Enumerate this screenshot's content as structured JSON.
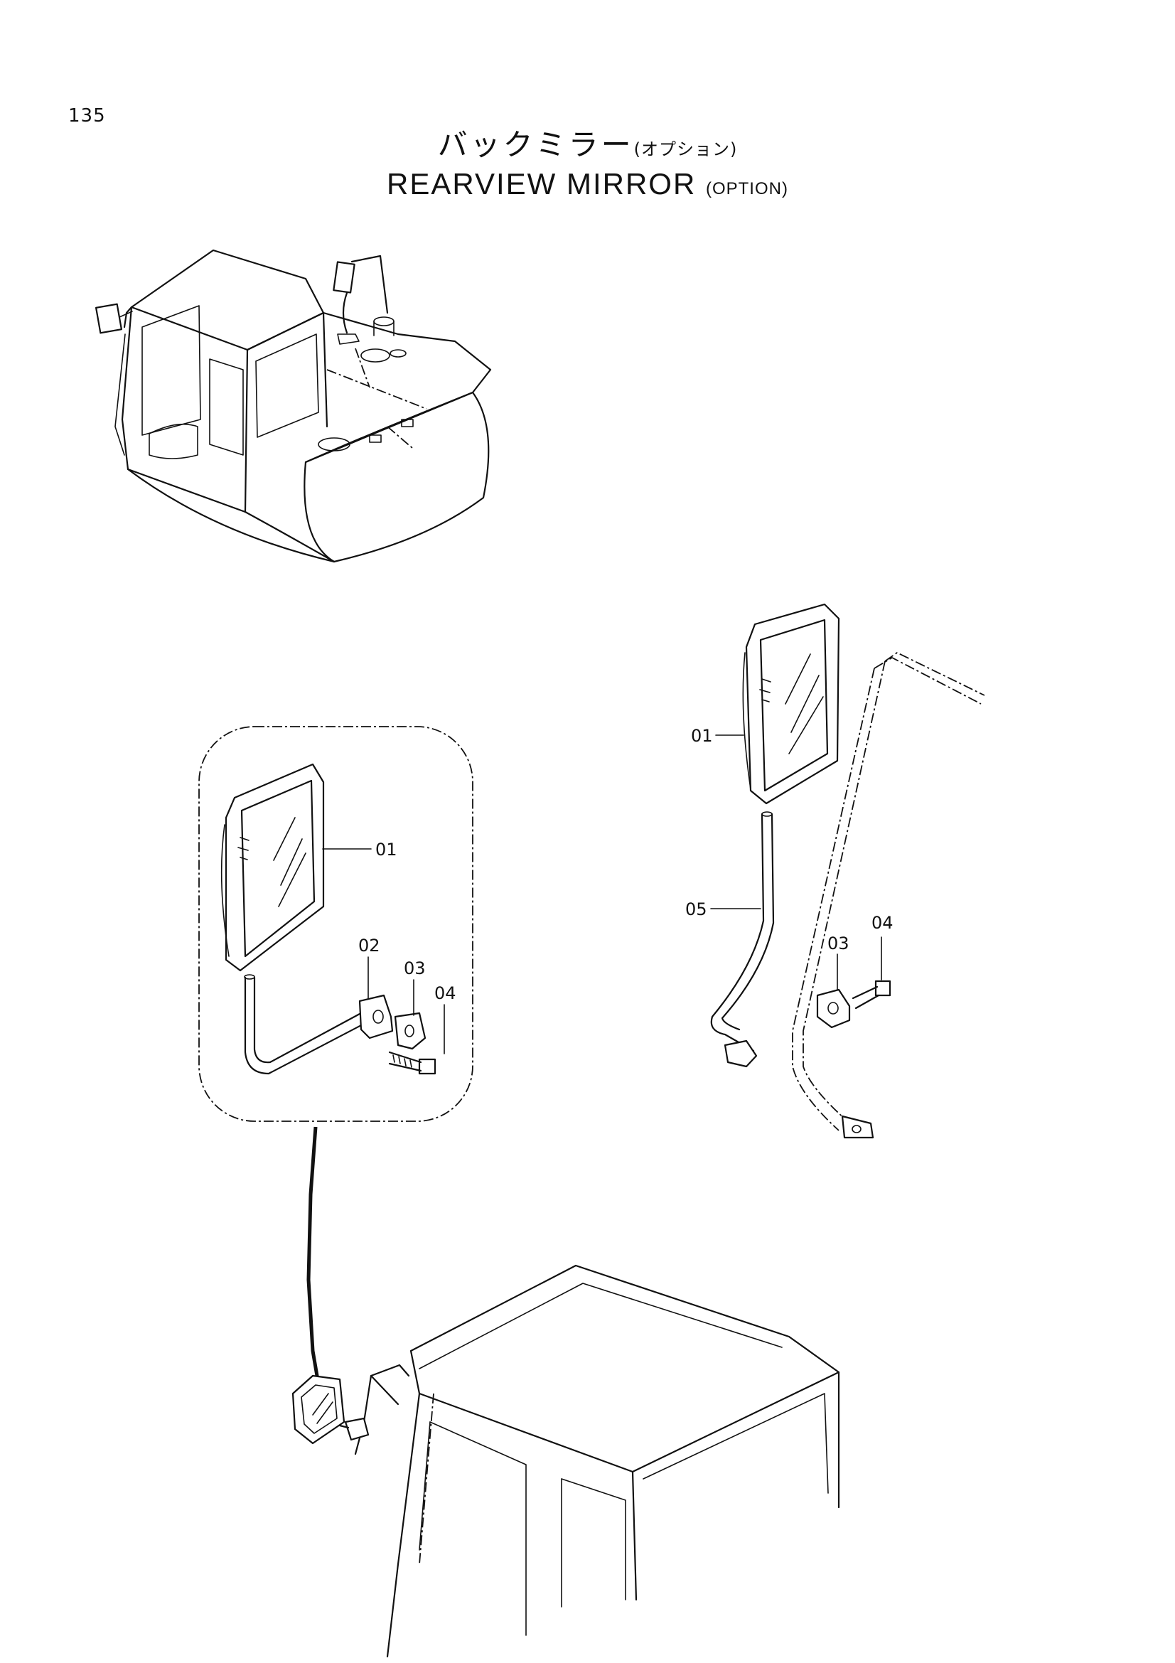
{
  "page": {
    "number": "135"
  },
  "title": {
    "jp_main": "バックミラー",
    "jp_sub": "(オプション)",
    "en_main": "REARVIEW MIRROR",
    "en_sub": "(OPTION)"
  },
  "callouts": {
    "detail_mirror": "01",
    "detail_bracket": "02",
    "detail_clamp": "03",
    "detail_bolt": "04",
    "right_mirror": "01",
    "right_stay": "05",
    "right_clamp": "03",
    "right_bolt": "04"
  }
}
